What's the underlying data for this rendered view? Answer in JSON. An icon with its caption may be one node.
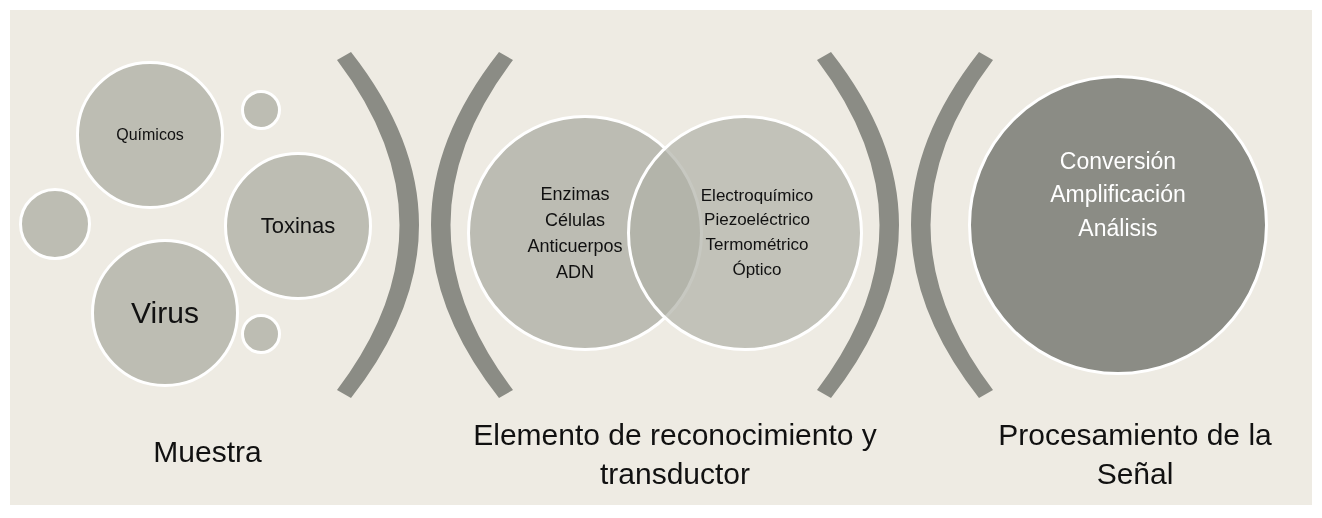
{
  "diagram": {
    "nodes": [
      {
        "text": [
          "Químicos"
        ]
      },
      {
        "text": [],
        "shape": "circle"
      },
      {
        "text": [],
        "shape": "circle"
      },
      {
        "text": [
          "Toxinas"
        ]
      },
      {
        "text": [
          "Virus"
        ]
      },
      {
        "text": [],
        "shape": "circle"
      },
      {
        "text": [],
        "shape": "bracket"
      },
      {
        "text": [],
        "shape": "bracket"
      },
      {
        "text": [
          "Enzimas",
          "Células",
          "Anticuerpos",
          "ADN"
        ]
      },
      {
        "text": [
          "Electroquímico",
          "Piezoeléctrico",
          "Termométrico",
          "Óptico"
        ]
      },
      {
        "text": [],
        "shape": "bracket"
      },
      {
        "text": [],
        "shape": "bracket"
      },
      {
        "text": [
          "Conversión",
          "Amplificación",
          "Análisis"
        ]
      }
    ],
    "labels": [
      "Muestra",
      "Elemento de reconocimiento y transductor",
      "Procesamiento de la Señal"
    ]
  }
}
